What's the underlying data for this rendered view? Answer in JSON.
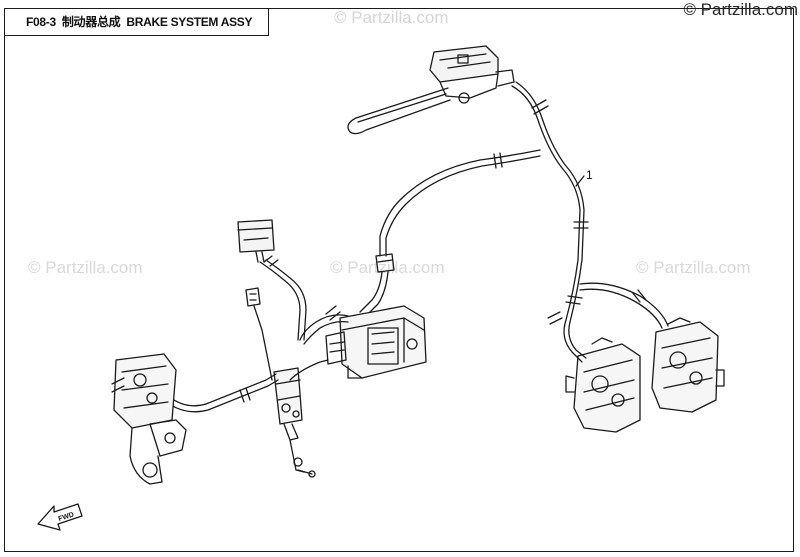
{
  "header": {
    "code": "F08-3",
    "chinese_title": "制动器总成",
    "english_title": "BRAKE SYSTEM ASSY"
  },
  "watermarks": {
    "primary": "© Partzilla.com",
    "faint": "© Partzilla.com"
  },
  "callouts": [
    {
      "number": "1",
      "part": "brake-line"
    }
  ],
  "direction_arrow": {
    "label": "FWD"
  },
  "colors": {
    "line": "#1a1a1a",
    "watermark": "#d9d9d9"
  }
}
